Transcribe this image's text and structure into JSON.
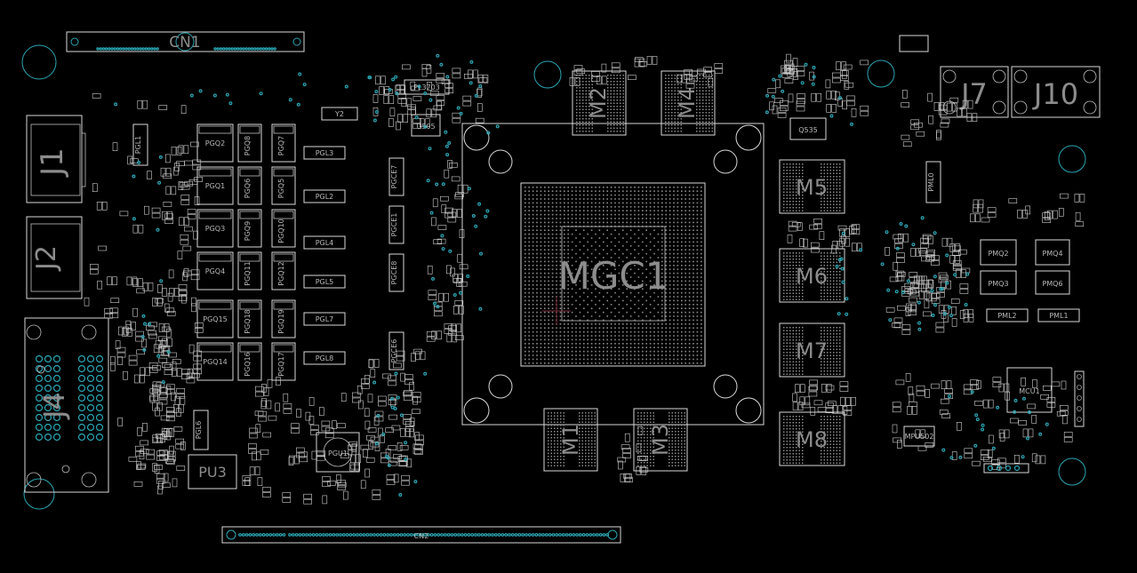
{
  "refs": {
    "connectors": {
      "cn1": "CN1",
      "cn2": "CN2",
      "j1": "J1",
      "j2": "J2",
      "j4": "J4",
      "j7": "J7",
      "j10": "J10"
    },
    "main": {
      "mgc1": "MGC1"
    },
    "memory": {
      "m1": "M1",
      "m2": "M2",
      "m3": "M3",
      "m4": "M4",
      "m5": "M5",
      "m6": "M6",
      "m7": "M7",
      "m8": "M8"
    },
    "power": {
      "pgu1": "PGU1",
      "pu3": "PU3",
      "mcu1": "MCU1",
      "u505": "U505",
      "q535": "Q535",
      "y2": "Y2",
      "pl3703": "PL3703",
      "mpu502": "MPU502",
      "pgl1": "PGL1",
      "pgl3": "PGL3",
      "pgl2": "PGL2",
      "pgl4": "PGL4",
      "pgl5": "PGL5",
      "pgl6": "PGL6",
      "pgl7": "PGL7",
      "pgl8": "PGL8",
      "pml0": "PML0",
      "pml1": "PML1",
      "pml2": "PML2",
      "pmq2": "PMQ2",
      "pmq3": "PMQ3",
      "pmq4": "PMQ4",
      "pmq6": "PMQ6",
      "pgq_labels": [
        "PGQ2",
        "PGQ1",
        "PGQ3",
        "PGQ4",
        "PGQ15",
        "PGQ14"
      ],
      "pgq_col2": [
        "PGQ8",
        "PGQ6",
        "PGQ9",
        "PGQ11",
        "PGQ18",
        "PGQ16"
      ],
      "pgq_col3": [
        "PGQ7",
        "PGQ5",
        "PGQ10",
        "PGQ12",
        "PGQ19",
        "PGQ17"
      ],
      "pgce": [
        "PGCE7",
        "PGCE1",
        "PGCE8",
        "PGCE6"
      ]
    }
  }
}
